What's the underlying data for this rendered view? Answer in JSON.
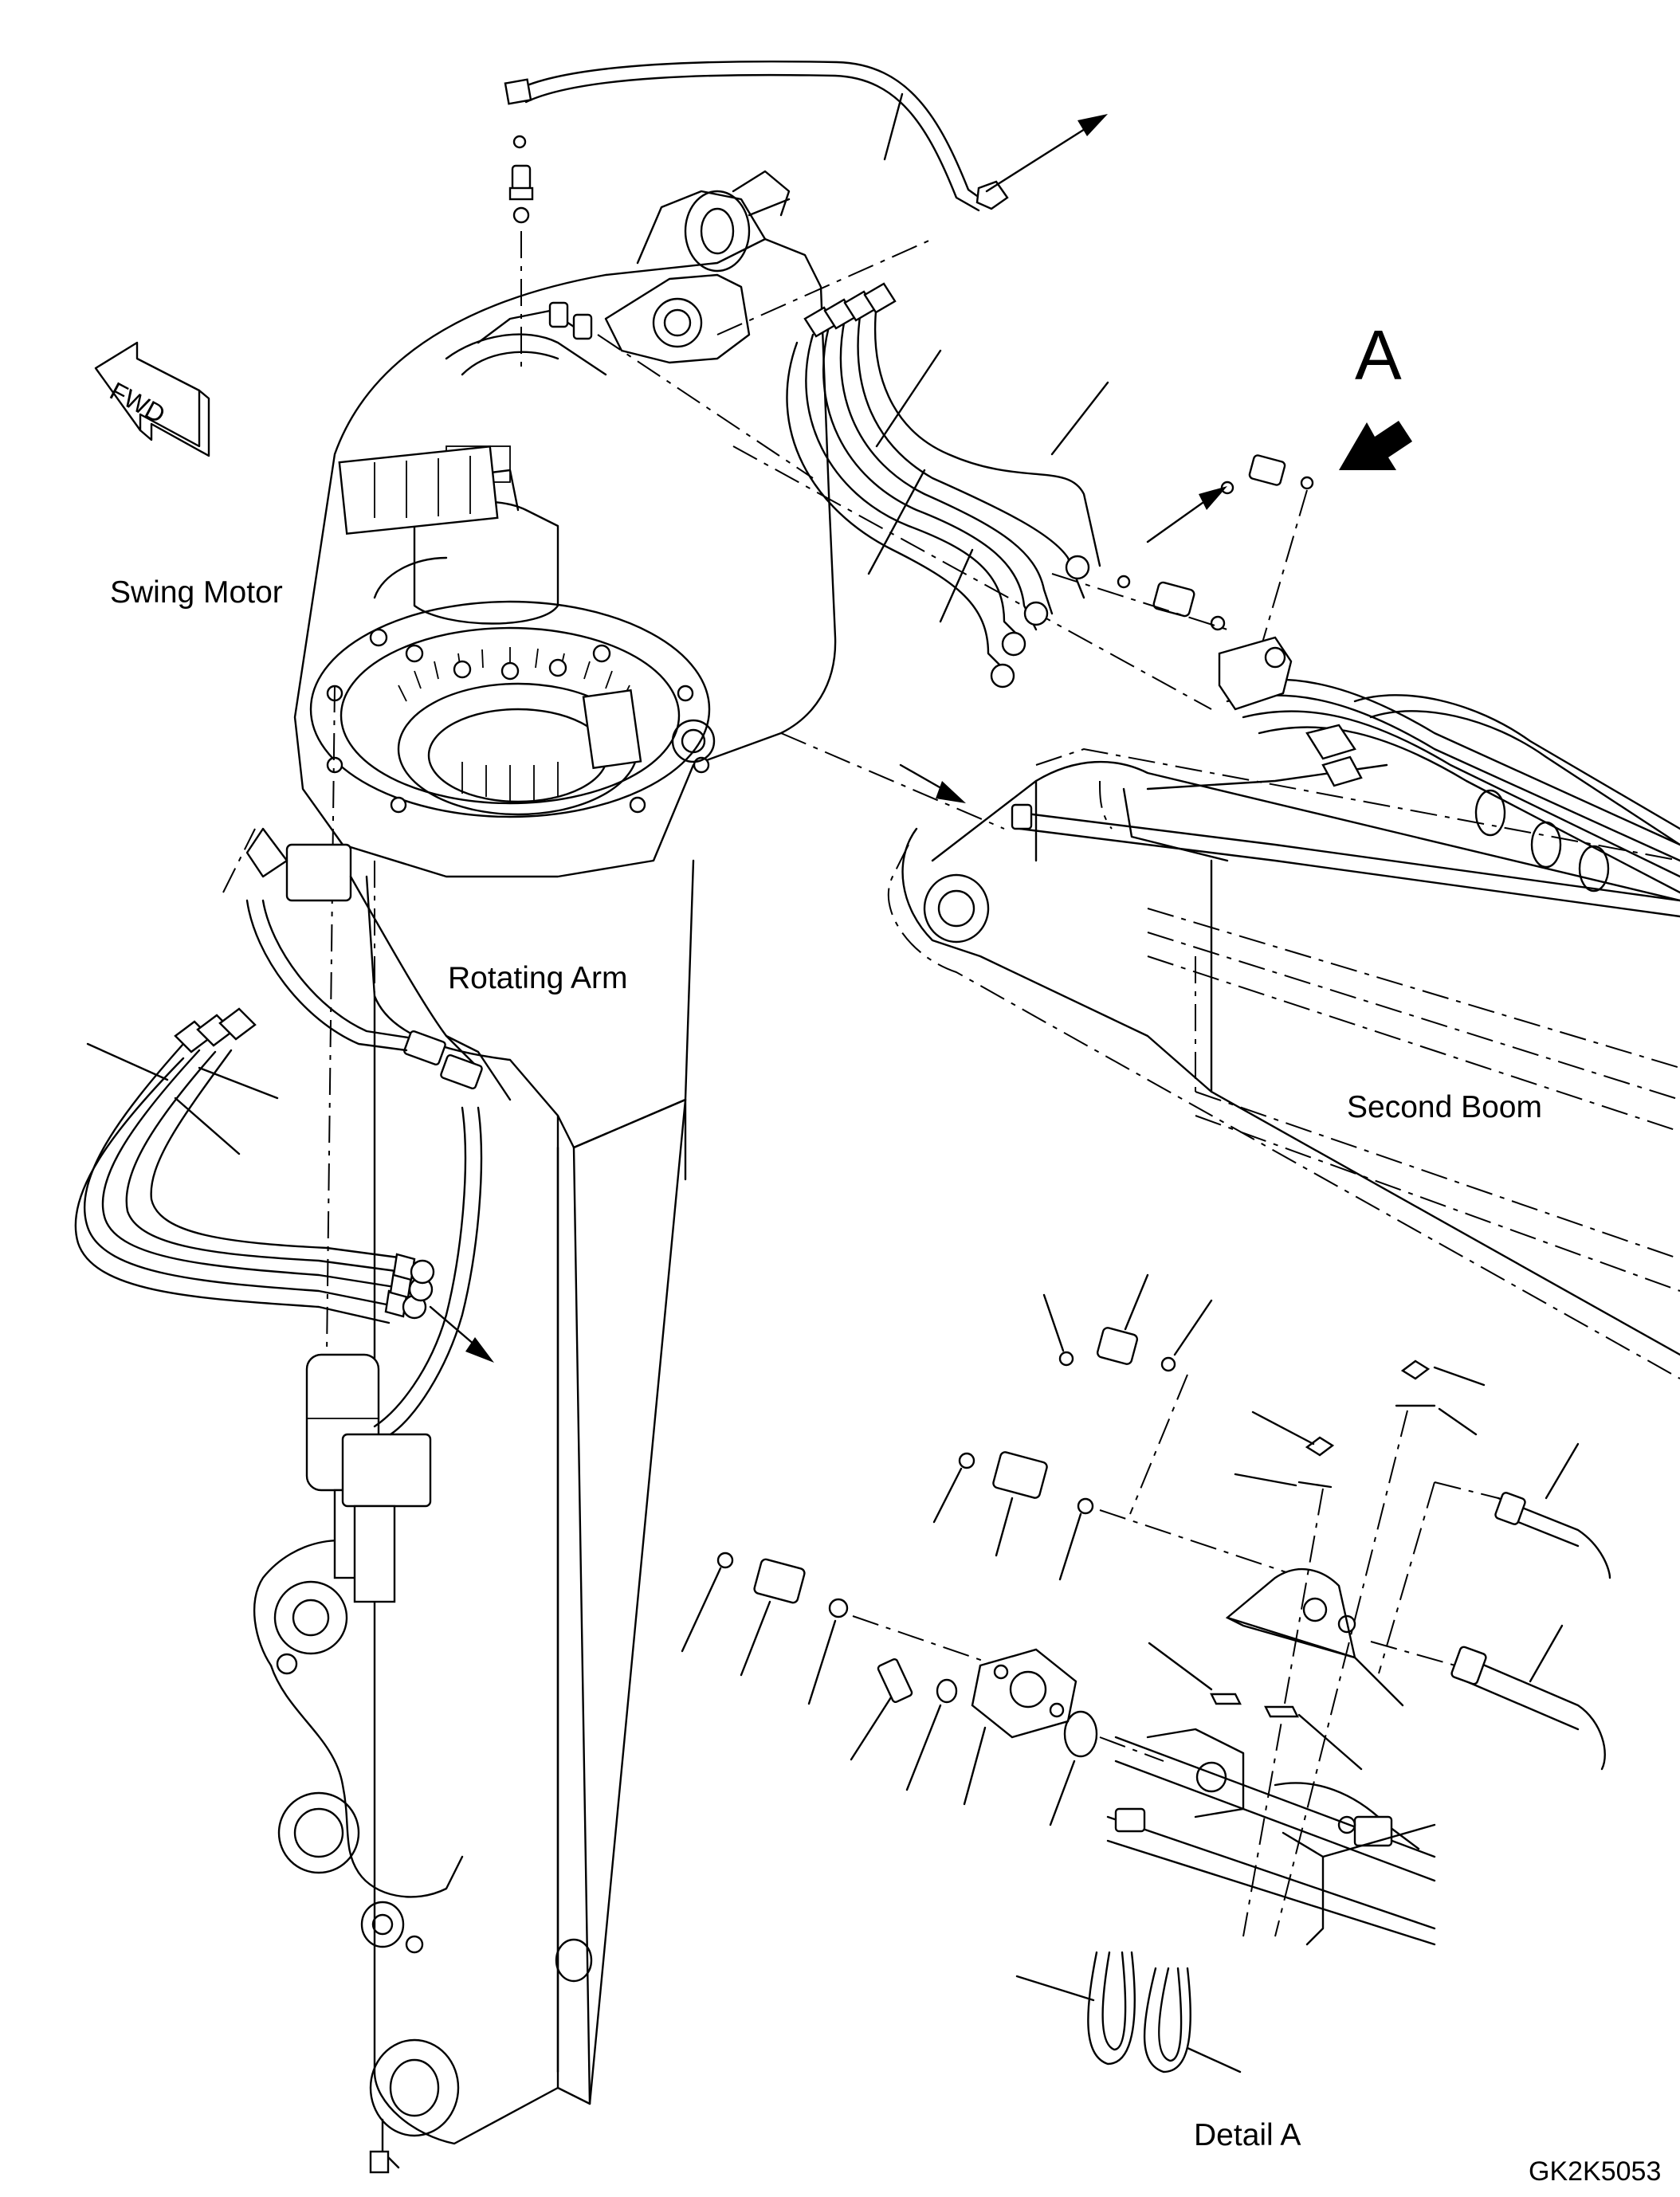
{
  "labels": {
    "swing_motor": "Swing Motor",
    "rotating_arm": "Rotating Arm",
    "second_boom": "Second Boom",
    "detail_a": "Detail A",
    "view_marker": "A",
    "fwd": "FWD",
    "drawing_code": "GK2K5053"
  }
}
